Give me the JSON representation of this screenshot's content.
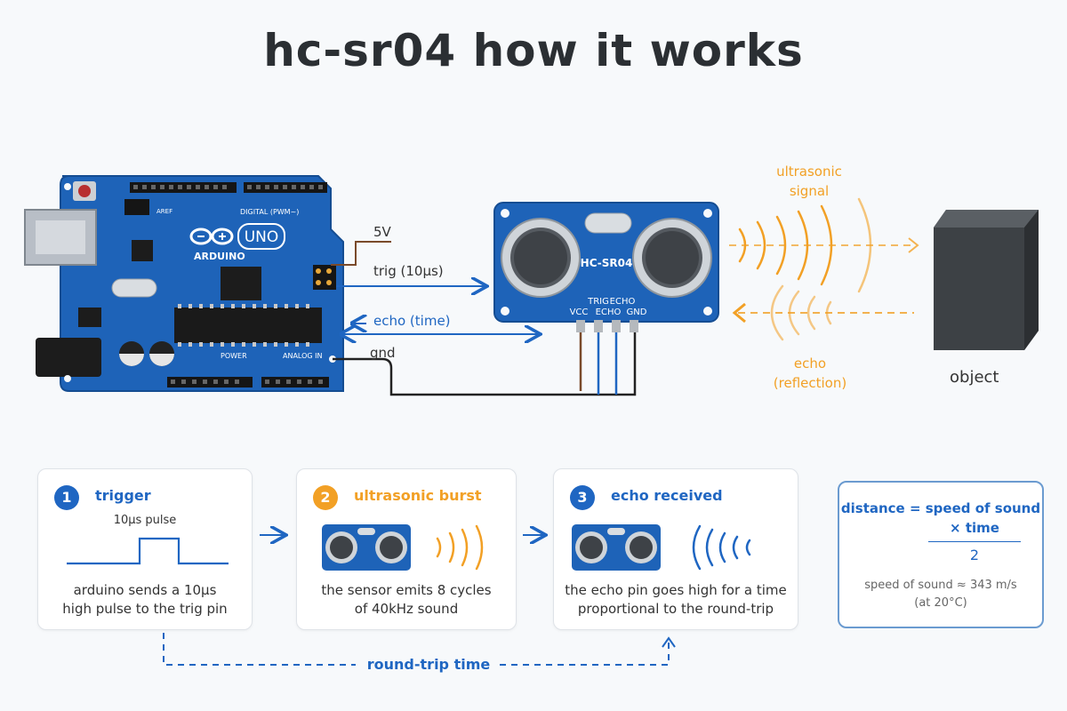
{
  "title": "hc-sr04 how it works",
  "arduino": {
    "brand": "ARDUINO",
    "model": "UNO",
    "digital": "DIGITAL (PWM~)",
    "power": "POWER",
    "analog": "ANALOG IN",
    "aref": "AREF"
  },
  "sensor": {
    "name": "HC-SR04",
    "pin_trig": "TRIG",
    "pin_echo_top": "ECHO",
    "pin_vcc": "VCC",
    "pin_echo": "ECHO",
    "pin_gnd": "GND"
  },
  "wires": {
    "v5": "5V",
    "trig": "trig (10µs)",
    "echo": "echo (time)",
    "gnd": "gnd"
  },
  "signal": {
    "outgoing_line1": "ultrasonic",
    "outgoing_line2": "signal",
    "return_line1": "echo",
    "return_line2": "(reflection)"
  },
  "object_label": "object",
  "steps": [
    {
      "num": "1",
      "title": "trigger",
      "pulse_label": "10µs pulse",
      "desc_line1": "arduino sends a 10µs",
      "desc_line2": "high pulse to the trig pin"
    },
    {
      "num": "2",
      "title": "ultrasonic burst",
      "desc_line1": "the sensor emits 8 cycles",
      "desc_line2": "of 40kHz sound"
    },
    {
      "num": "3",
      "title": "echo received",
      "desc_line1": "the echo pin goes high for a time",
      "desc_line2": "proportional to the round-trip"
    }
  ],
  "round_trip_label": "round-trip time",
  "formula": {
    "line1": "distance = speed of sound",
    "line2": "× time",
    "denominator": "2",
    "note_line1": "speed of sound ≈ 343 m/s",
    "note_line2": "(at 20°C)"
  },
  "colors": {
    "blue": "#1f66c2",
    "orange": "#f2a025",
    "board": "#1e63b8",
    "dark": "#2b2f33"
  }
}
